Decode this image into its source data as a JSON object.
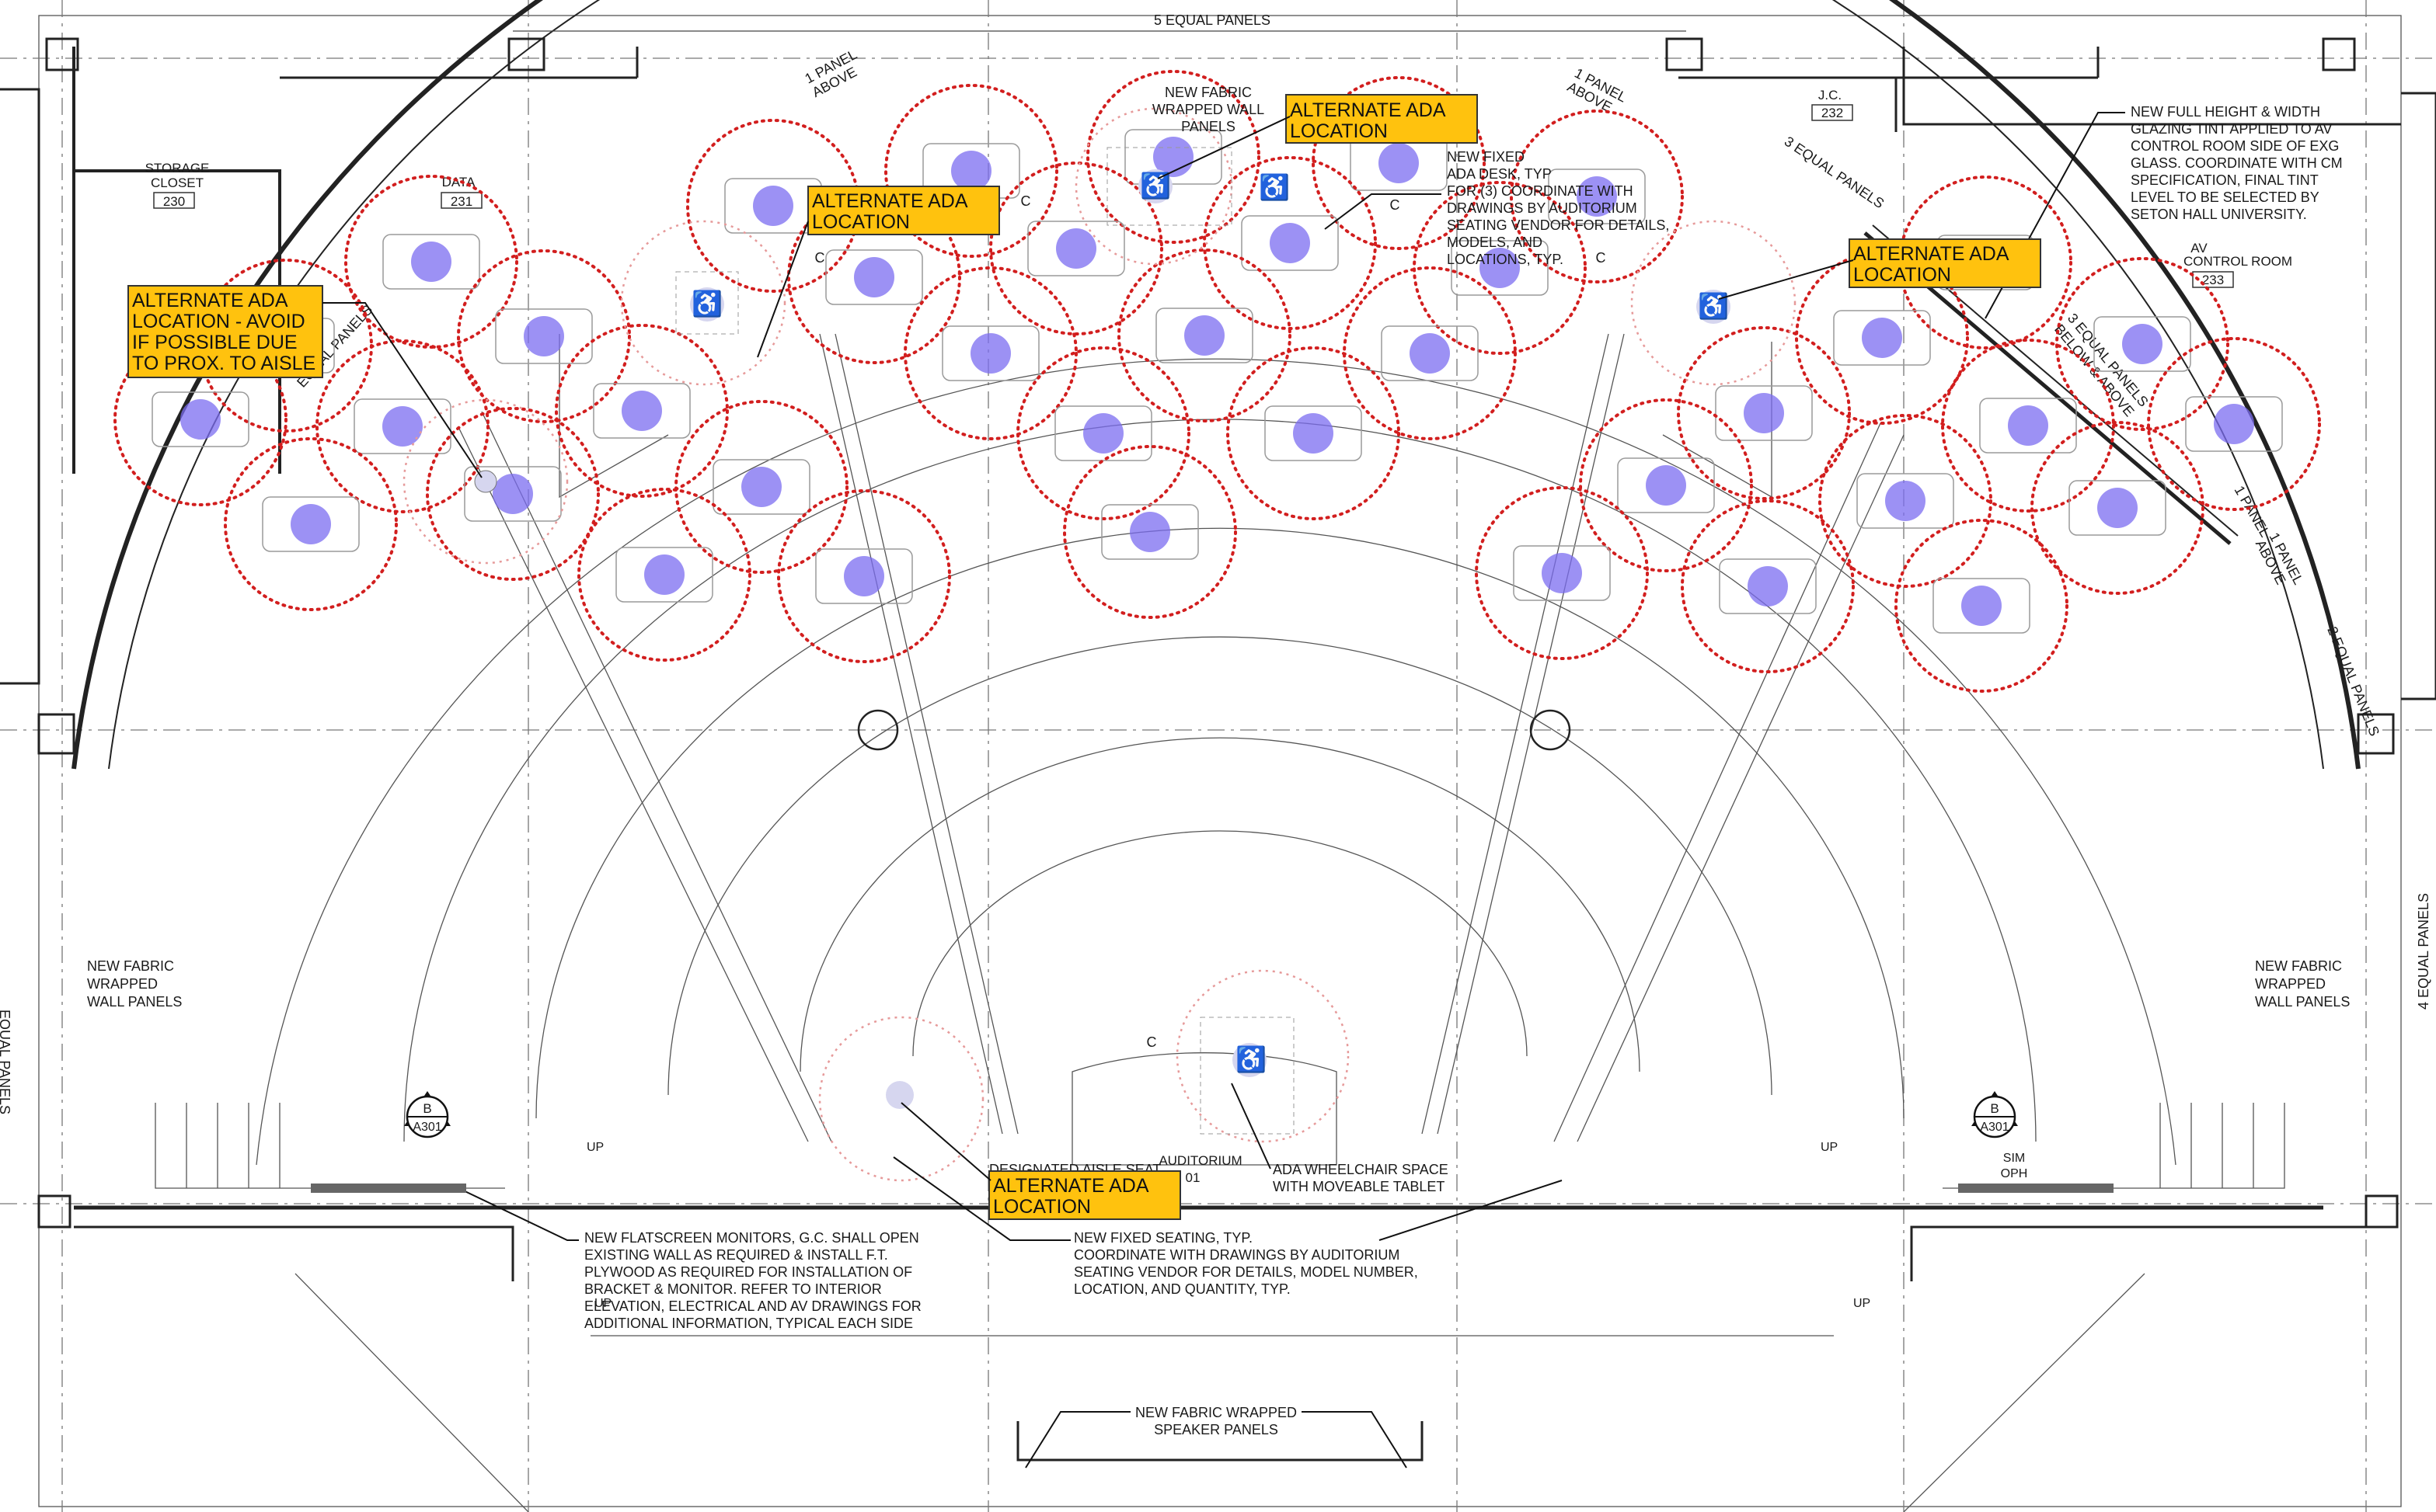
{
  "dimensions": {
    "top_panels": "5 EQUAL PANELS",
    "panel_above_left": [
      "1 PANEL",
      "ABOVE"
    ],
    "panel_above_right": [
      "1 PANEL",
      "ABOVE"
    ],
    "three_equal_panels": "3 EQUAL PANELS",
    "three_equal_below_above": [
      "3 EQUAL PANELS",
      "BELOW & ABOVE"
    ],
    "equal_panels_left": "EQUAL PANELS",
    "one_panel_right": "1 PANEL",
    "one_panel_above_right": [
      "1 PANEL",
      "ABOVE"
    ],
    "two_equal_panels": "2 EQUAL PANELS",
    "four_equal_panels": "4 EQUAL PANELS",
    "equal_panels_edge": "EQUAL PANELS"
  },
  "rooms": {
    "storage": {
      "name": [
        "STORAGE",
        "CLOSET"
      ],
      "number": "230"
    },
    "data": {
      "name": [
        "DATA"
      ],
      "number": "231"
    },
    "jc": {
      "name": [
        "J.C."
      ],
      "number": "232"
    },
    "av": {
      "name": [
        "AV",
        "CONTROL ROOM"
      ],
      "number": "233"
    },
    "auditorium": {
      "name": [
        "AUDITORIUM"
      ],
      "number": "01"
    }
  },
  "notes": {
    "fabric_top": [
      "NEW FABRIC",
      "WRAPPED WALL",
      "PANELS"
    ],
    "ada_desk": [
      "NEW FIXED",
      "ADA DESK, TYP",
      "FOR (3) COORDINATE WITH",
      "DRAWINGS BY AUDITORIUM",
      "SEATING VENDOR FOR DETAILS,",
      "MODELS, AND",
      "LOCATIONS, TYP."
    ],
    "glazing": [
      "NEW FULL HEIGHT & WIDTH",
      "GLAZING TINT APPLIED TO AV",
      "CONTROL ROOM SIDE OF EXG",
      "GLASS. COORDINATE WITH CM",
      "SPECIFICATION, FINAL TINT",
      "LEVEL TO BE SELECTED BY",
      "SETON HALL UNIVERSITY."
    ],
    "fabric_left": [
      "NEW FABRIC",
      "WRAPPED",
      "WALL PANELS"
    ],
    "fabric_right": [
      "NEW FABRIC",
      "WRAPPED",
      "WALL PANELS"
    ],
    "monitors": [
      "NEW FLATSCREEN MONITORS, G.C. SHALL OPEN",
      "EXISTING WALL AS REQUIRED & INSTALL F.T.",
      "PLYWOOD AS REQUIRED FOR INSTALLATION OF",
      "BRACKET & MONITOR. REFER TO INTERIOR",
      "ELEVATION, ELECTRICAL AND AV DRAWINGS FOR",
      "ADDITIONAL INFORMATION, TYPICAL EACH SIDE"
    ],
    "fixed_seating": [
      "NEW FIXED SEATING, TYP.",
      "COORDINATE WITH DRAWINGS BY AUDITORIUM",
      "SEATING VENDOR FOR DETAILS, MODEL NUMBER,",
      "LOCATION, AND QUANTITY, TYP."
    ],
    "aisle_seat": "DESIGNATED AISLE SEAT",
    "wheelchair": [
      "ADA WHEELCHAIR SPACE",
      "WITH MOVEABLE TABLET"
    ],
    "speaker": [
      "NEW FABRIC WRAPPED",
      "SPEAKER PANELS"
    ],
    "sim": [
      "SIM",
      "OPH"
    ]
  },
  "callouts": {
    "top_center": [
      "ALTERNATE ADA",
      "LOCATION"
    ],
    "upper_left": [
      "ALTERNATE ADA",
      "LOCATION"
    ],
    "left": [
      "ALTERNATE ADA",
      "LOCATION - AVOID",
      "IF POSSIBLE DUE",
      "TO PROX. TO AISLE"
    ],
    "right": [
      "ALTERNATE ADA",
      "LOCATION"
    ],
    "bottom": [
      "ALTERNATE ADA",
      "LOCATION"
    ]
  },
  "markers": {
    "section_letter": "B",
    "section_sheet": "A301",
    "up_label": "UP",
    "companion_label": "C"
  },
  "colors": {
    "callout_fill": "#FFC20E",
    "seat_circle": "#d21e1e",
    "seat_dot": "#7b6cf0"
  }
}
